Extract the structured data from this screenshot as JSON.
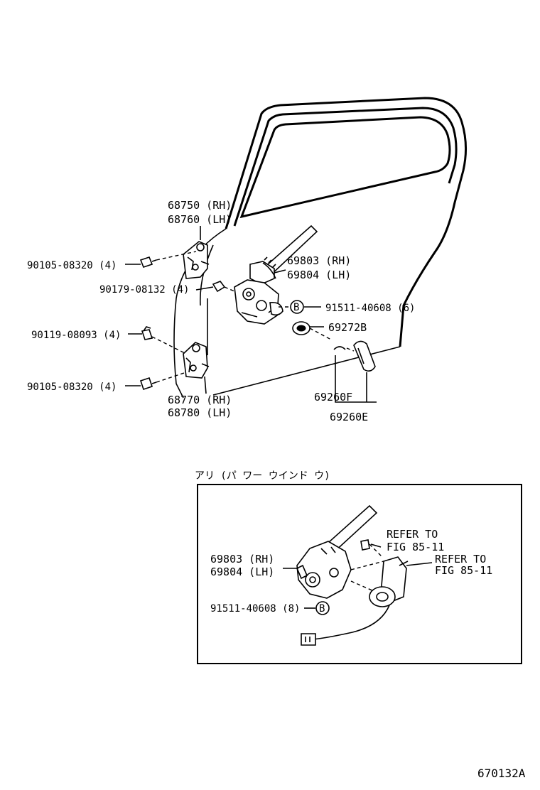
{
  "labels": {
    "hinge_upper_rh": "68750 (RH)",
    "hinge_upper_lh": "68760 (LH)",
    "bolt_a": "90105-08320 (4)",
    "nut_a": "90179-08132 (4)",
    "bolt_b": "90119-08093 (4)",
    "bolt_c": "90105-08320 (4)",
    "hinge_lower_rh": "68770 (RH)",
    "hinge_lower_lh": "68780 (LH)",
    "regulator_rh": "69803 (RH)",
    "regulator_lh": "69804 (LH)",
    "rivet": "91511-40608 (6)",
    "washer": "69272B",
    "handle_f": "69260F",
    "handle_e": "69260E",
    "callout_b": "B"
  },
  "inset": {
    "title": "アリ (パ ワー ウインド ウ)",
    "regulator_rh": "69803 (RH)",
    "regulator_lh": "69804 (LH)",
    "rivet": "91511-40608 (8)",
    "callout_b": "B",
    "refer1_line1": "REFER TO",
    "refer1_line2": "FIG 85-11",
    "refer2_line1": "REFER TO",
    "refer2_line2": "FIG 85-11"
  },
  "figure_code": "670132A"
}
